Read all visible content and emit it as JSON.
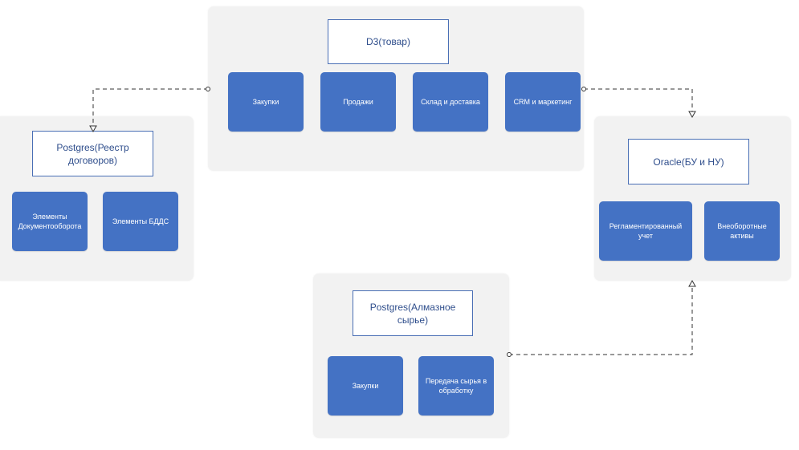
{
  "groups": {
    "d3": {
      "title": "D3(товар)",
      "items": [
        "Закупки",
        "Продажи",
        "Склад и доставка",
        "CRM и маркетинг"
      ]
    },
    "postgres_contracts": {
      "title": "Postgres(Реестр договоров)",
      "items": [
        "Элементы Документооборота",
        "Элементы БДДС"
      ]
    },
    "oracle": {
      "title": "Oracle(БУ и НУ)",
      "items": [
        "Регламентированный учет",
        "Внеоборотные активы"
      ]
    },
    "postgres_diamonds": {
      "title": "Postgres(Алмазное сырье)",
      "items": [
        "Закупки",
        "Передача сырья в обработку"
      ]
    }
  },
  "colors": {
    "group_bg": "#f2f2f2",
    "item_bg": "#4472c4",
    "title_border": "#4a6fb5",
    "title_text": "#2f4e8c",
    "connector": "#333333"
  }
}
